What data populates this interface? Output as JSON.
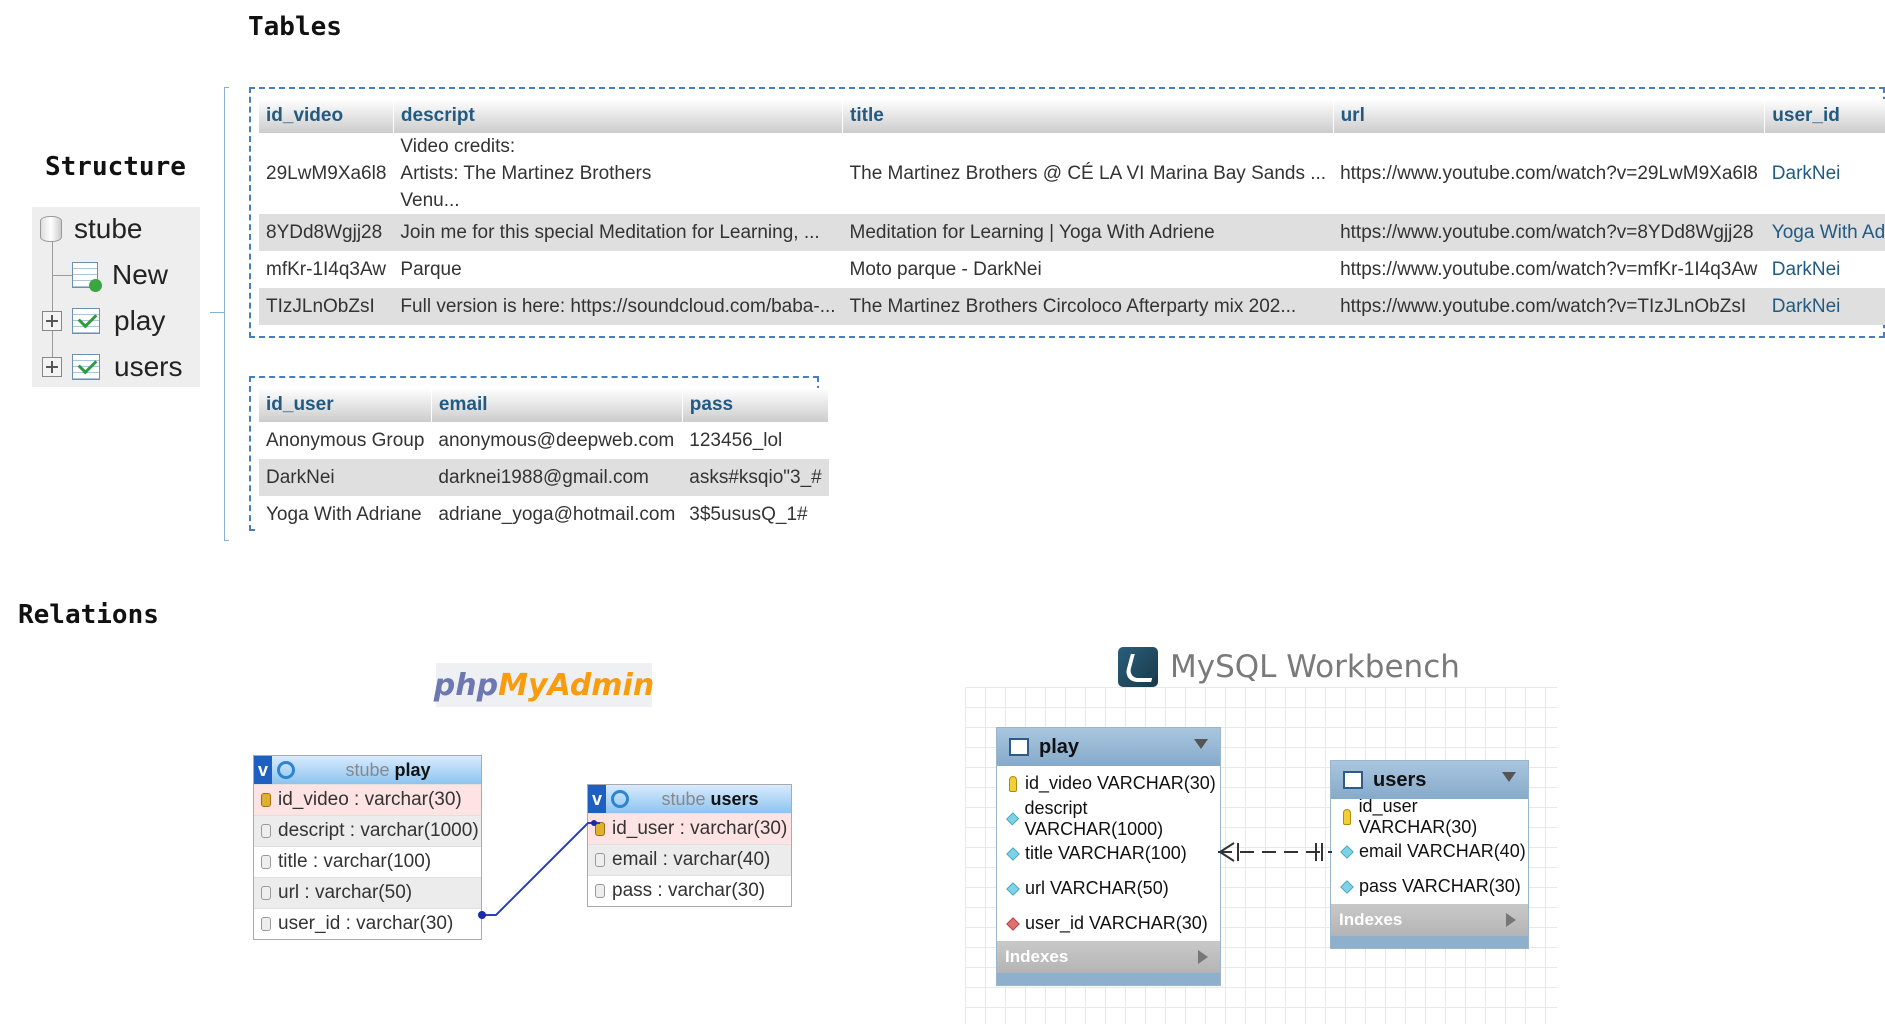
{
  "headings": {
    "tables": "Tables",
    "structure": "Structure",
    "relations": "Relations"
  },
  "tree": {
    "db": "stube",
    "items": [
      {
        "label": "New",
        "icon": "new-table-icon"
      },
      {
        "label": "play",
        "icon": "table-icon"
      },
      {
        "label": "users",
        "icon": "table-icon"
      }
    ]
  },
  "play_table": {
    "columns": [
      "id_video",
      "descript",
      "title",
      "url",
      "user_id"
    ],
    "rows": [
      {
        "id_video": "29LwM9Xa6l8",
        "descript": [
          "Video credits:",
          "Artists: The Martinez Brothers",
          "Venu..."
        ],
        "title": "The Martinez Brothers @ CÉ LA VI Marina Bay Sands ...",
        "url": "https://www.youtube.com/watch?v=29LwM9Xa6l8",
        "user_id": "DarkNei"
      },
      {
        "id_video": "8YDd8Wgjj28",
        "descript": [
          "Join me for this special Meditation for Learning, ..."
        ],
        "title": "Meditation for Learning | Yoga With Adriene",
        "url": "https://www.youtube.com/watch?v=8YDd8Wgjj28",
        "user_id": "Yoga With Adriane"
      },
      {
        "id_video": "mfKr-1I4q3Aw",
        "descript": [
          "Parque"
        ],
        "title": "Moto parque - DarkNei",
        "url": "https://www.youtube.com/watch?v=mfKr-1I4q3Aw",
        "user_id": "DarkNei"
      },
      {
        "id_video": "TIzJLnObZsI",
        "descript": [
          "Full version is here: https://soundcloud.com/baba-..."
        ],
        "title": "The Martinez Brothers Circoloco Afterparty mix 202...",
        "url": "https://www.youtube.com/watch?v=TIzJLnObZsI",
        "user_id": "DarkNei"
      }
    ]
  },
  "users_table": {
    "columns": [
      "id_user",
      "email",
      "pass"
    ],
    "rows": [
      {
        "id_user": "Anonymous Group",
        "email": "anonymous@deepweb.com",
        "pass": "123456_lol"
      },
      {
        "id_user": "DarkNei",
        "email": "darknei1988@gmail.com",
        "pass": "asks#ksqio\"3_#"
      },
      {
        "id_user": "Yoga With Adriane",
        "email": "adriane_yoga@hotmail.com",
        "pass": "3$5ususQ_1#"
      }
    ]
  },
  "pma": {
    "logo_php": "php",
    "logo_myadmin": "MyAdmin",
    "play": {
      "db": "stube",
      "name": "play",
      "v": "v",
      "fields": [
        "id_video : varchar(30)",
        "descript : varchar(1000)",
        "title : varchar(100)",
        "url : varchar(50)",
        "user_id : varchar(30)"
      ]
    },
    "users": {
      "db": "stube",
      "name": "users",
      "v": "v",
      "fields": [
        "id_user : varchar(30)",
        "email : varchar(40)",
        "pass : varchar(30)"
      ]
    }
  },
  "workbench": {
    "logo": "MySQL Workbench",
    "play": {
      "name": "play",
      "fields": [
        "id_video VARCHAR(30)",
        "descript VARCHAR(1000)",
        "title VARCHAR(100)",
        "url VARCHAR(50)",
        "user_id VARCHAR(30)"
      ],
      "indexes": "Indexes"
    },
    "users": {
      "name": "users",
      "fields": [
        "id_user VARCHAR(30)",
        "email VARCHAR(40)",
        "pass VARCHAR(30)"
      ],
      "indexes": "Indexes"
    }
  },
  "colors": {
    "link": "#235a81",
    "dashed_border": "#4a7cc0",
    "pma_header": "#8dc4ee",
    "wb_header": "#86aac9"
  }
}
